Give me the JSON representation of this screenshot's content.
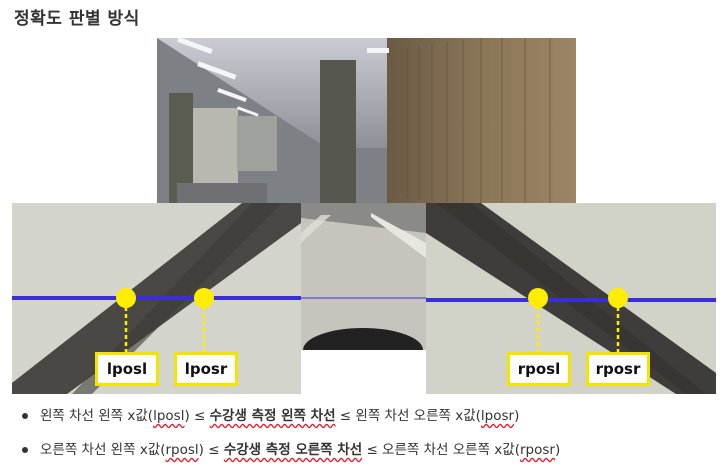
{
  "page": {
    "title": "정확도 판별 방식"
  },
  "figure": {
    "labels": {
      "lposl": "lposl",
      "lposr": "lposr",
      "rposl": "rposl",
      "rposr": "rposr"
    },
    "colors": {
      "scanline": "#3a2fd6",
      "marker": "#ffee00",
      "label_border": "#f2e600",
      "lane_tape": "#4a4844"
    }
  },
  "bullets": [
    {
      "pre": "왼쪽 차선 왼쪽 x값(",
      "var1": "lposl",
      "mid1": ") ≤ ",
      "term": "수강생 측정 왼쪽 차선",
      "mid2": " ≤ 왼쪽 차선 오른쪽 x값(",
      "var2": "lposr",
      "post": ")"
    },
    {
      "pre": "오른쪽 차선 왼쪽 x값(",
      "var1": "rposl",
      "mid1": ") ≤ ",
      "term": "수강생 측정 오른쪽 차선",
      "mid2": " ≤ 오른쪽 차선 오른쪽 x값(",
      "var2": "rposr",
      "post": ")"
    }
  ]
}
